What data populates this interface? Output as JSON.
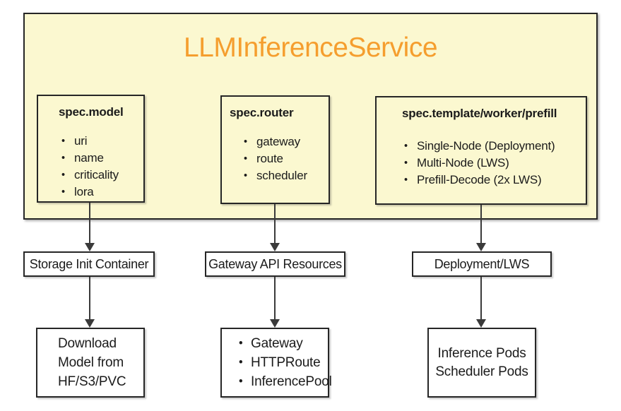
{
  "diagram": {
    "title": "LLMInferenceService",
    "colors": {
      "accent_orange": "#F59E2E",
      "panel_yellow": "#FBF8D0",
      "border_dark": "#262626",
      "arrow_gray": "#3a3a3a"
    },
    "spec_boxes": [
      {
        "header": "spec.model",
        "items": [
          "uri",
          "name",
          "criticality",
          "lora"
        ]
      },
      {
        "header": "spec.router",
        "items": [
          "gateway",
          "route",
          "scheduler"
        ]
      },
      {
        "header": "spec.template/worker/prefill",
        "items": [
          "Single-Node (Deployment)",
          "Multi-Node (LWS)",
          "Prefill-Decode (2x LWS)"
        ]
      }
    ],
    "mid_boxes": [
      "Storage Init Container",
      "Gateway API Resources",
      "Deployment/LWS"
    ],
    "bottom_boxes": {
      "download": {
        "lines": [
          "Download",
          "Model from",
          "HF/S3/PVC"
        ]
      },
      "gateway_resources": {
        "items": [
          "Gateway",
          "HTTPRoute",
          "InferencePool"
        ]
      },
      "pods": {
        "lines": [
          "Inference Pods",
          "Scheduler Pods"
        ]
      }
    }
  }
}
